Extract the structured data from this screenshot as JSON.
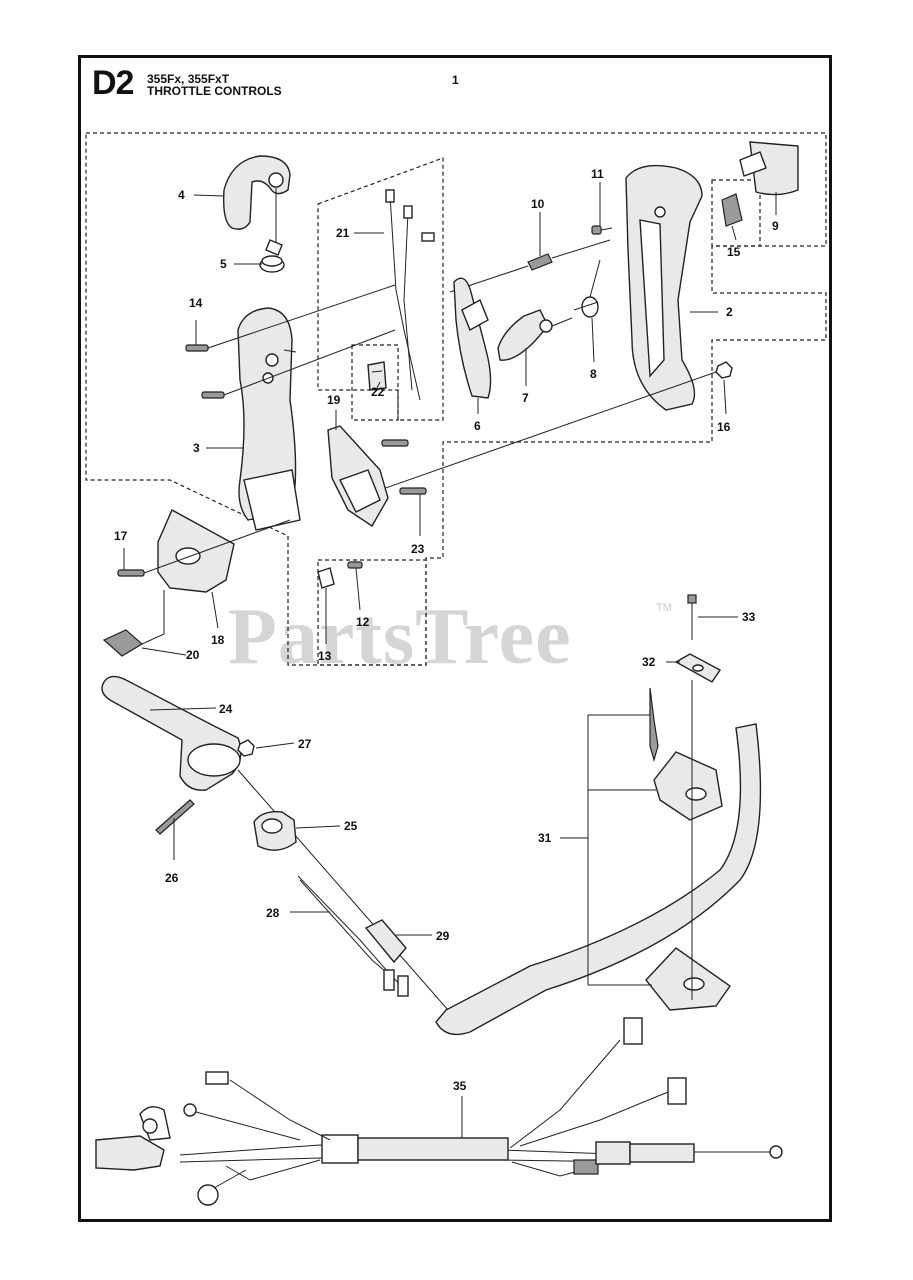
{
  "header": {
    "section_code": "D2",
    "models": "355Fx, 355FxT",
    "title": "THROTTLE CONTROLS"
  },
  "watermark": {
    "text": "PartsTree",
    "tm": "TM"
  },
  "callouts": [
    "1",
    "2",
    "3",
    "4",
    "5",
    "6",
    "7",
    "8",
    "9",
    "10",
    "11",
    "12",
    "13",
    "14",
    "15",
    "16",
    "17",
    "18",
    "19",
    "20",
    "21",
    "22",
    "23",
    "24",
    "25",
    "26",
    "27",
    "28",
    "29",
    "31",
    "32",
    "33",
    "35"
  ]
}
